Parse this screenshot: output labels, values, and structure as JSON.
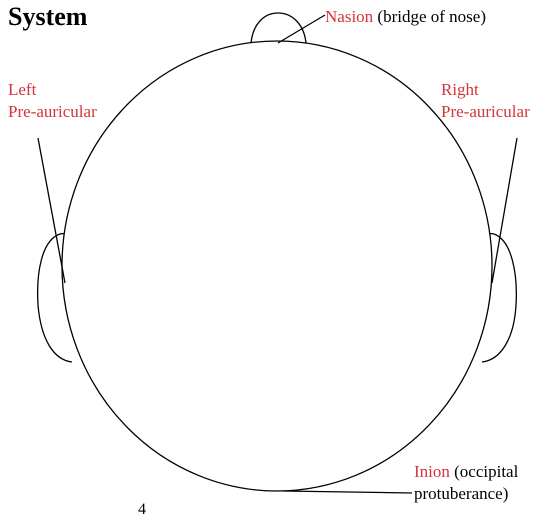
{
  "title": "System",
  "labels": {
    "nasion": {
      "name": "Nasion",
      "description": " (bridge of nose)"
    },
    "left_preauricular": {
      "line1": "Left",
      "line2": "Pre-auricular"
    },
    "right_preauricular": {
      "line1": "Right",
      "line2": "Pre-auricular"
    },
    "inion": {
      "name": "Inion",
      "description_line1": " (occipital",
      "description_line2": "protuberance)"
    }
  },
  "page_number": "4",
  "colors": {
    "accent": "#d4343a",
    "stroke": "#000000",
    "text": "#000000"
  },
  "icons": {
    "head": "head-outline",
    "nose": "nose-outline",
    "left_ear": "left-ear-outline",
    "right_ear": "right-ear-outline"
  }
}
